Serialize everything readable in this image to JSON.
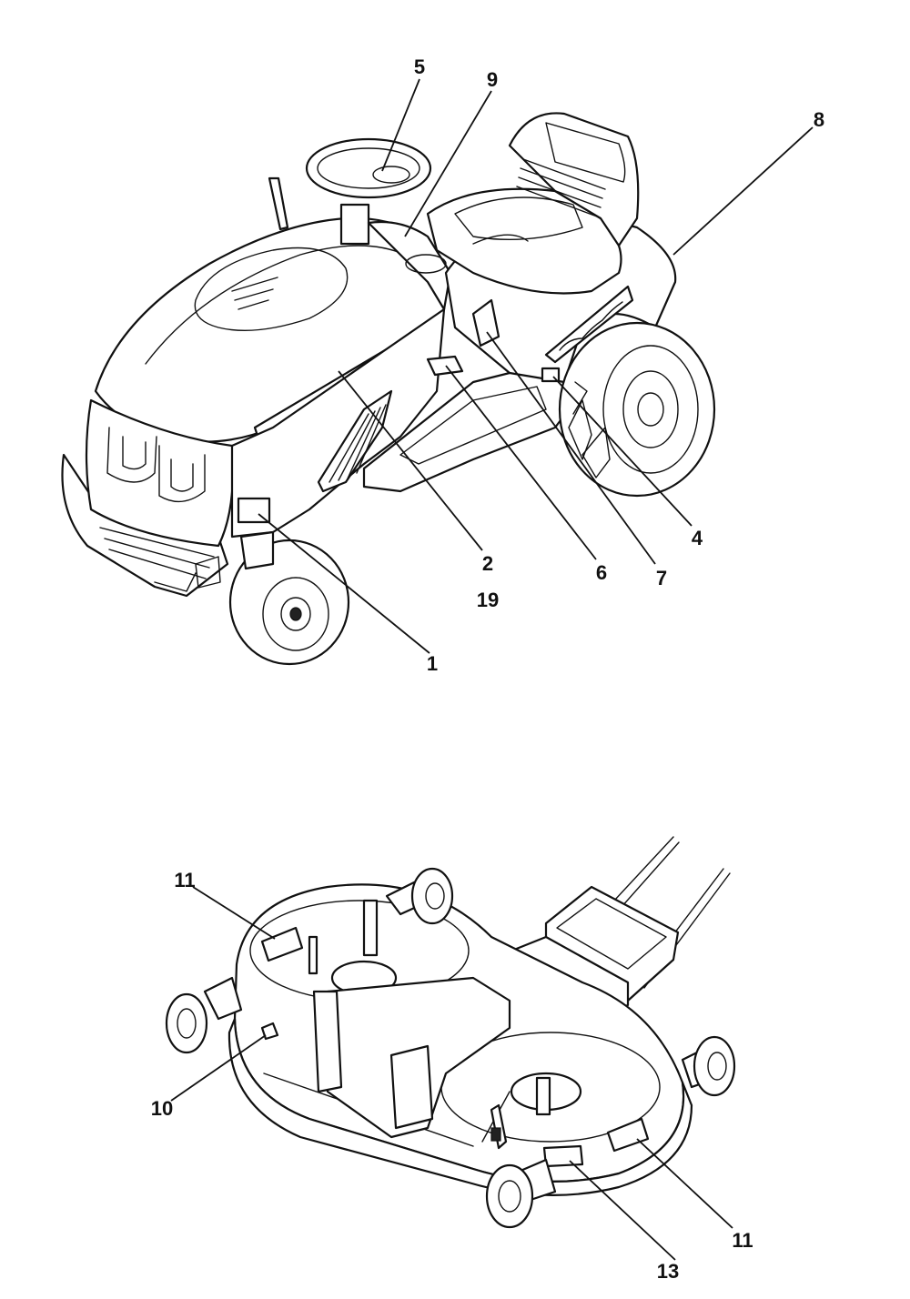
{
  "colors": {
    "line": "#111111",
    "background": "#ffffff"
  },
  "tractor": {
    "callouts": [
      {
        "key": "c5",
        "label": "5"
      },
      {
        "key": "c9",
        "label": "9"
      },
      {
        "key": "c8",
        "label": "8"
      },
      {
        "key": "c4",
        "label": "4"
      },
      {
        "key": "c2",
        "label": "2"
      },
      {
        "key": "c6",
        "label": "6"
      },
      {
        "key": "c7",
        "label": "7"
      },
      {
        "key": "c19",
        "label": "19"
      },
      {
        "key": "c1",
        "label": "1"
      }
    ]
  },
  "deck": {
    "callouts": [
      {
        "key": "c11a",
        "label": "11"
      },
      {
        "key": "c10",
        "label": "10"
      },
      {
        "key": "c11b",
        "label": "11"
      },
      {
        "key": "c13",
        "label": "13"
      }
    ]
  }
}
